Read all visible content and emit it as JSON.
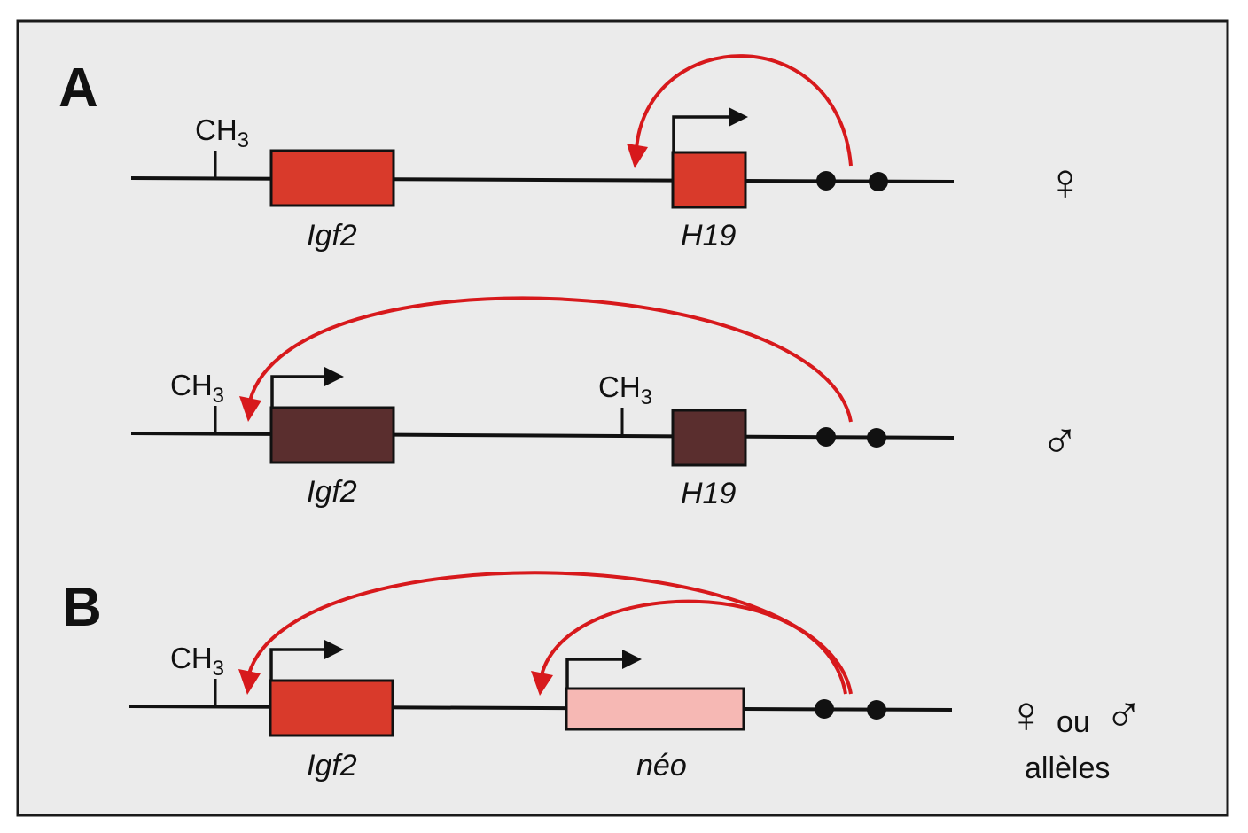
{
  "colors": {
    "background": "#ebebeb",
    "border": "#1a1a1a",
    "dna_line": "#111111",
    "active_gene": "#d93a2b",
    "silent_gene": "#5a2e2e",
    "neo_gene": "#f6b8b4",
    "enhancer_arrow": "#d7191c"
  },
  "panel_a": {
    "letter": "A",
    "female": {
      "ch3": "CH",
      "ch3_sub": "3",
      "gene1": "Igf2",
      "gene2": "H19",
      "sex_symbol": "♀"
    },
    "male": {
      "ch3_left": "CH",
      "ch3_left_sub": "3",
      "ch3_mid": "CH",
      "ch3_mid_sub": "3",
      "gene1": "Igf2",
      "gene2": "H19",
      "sex_symbol": "♂"
    }
  },
  "panel_b": {
    "letter": "B",
    "ch3": "CH",
    "ch3_sub": "3",
    "gene1": "Igf2",
    "gene2": "néo",
    "female_symbol": "♀",
    "ou": "ou",
    "male_symbol": "♂",
    "alleles": "allèles"
  }
}
